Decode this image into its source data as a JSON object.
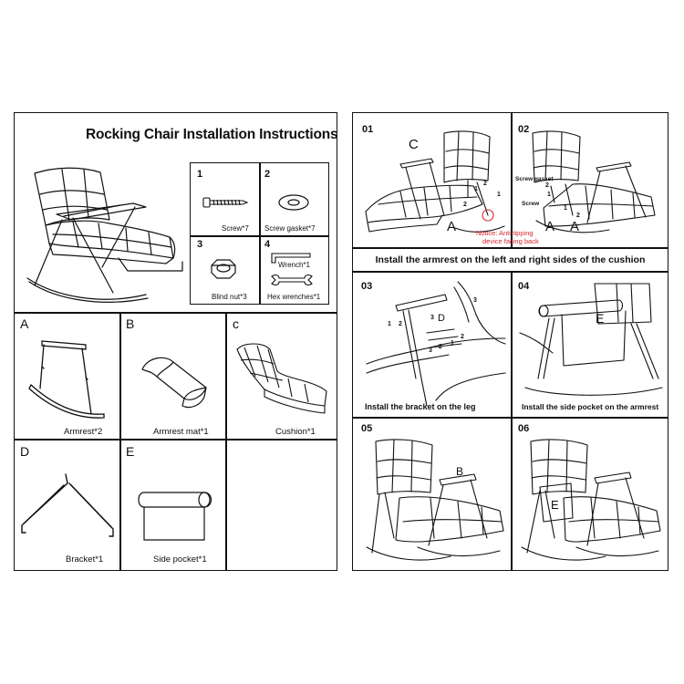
{
  "title": "Rocking Chair Installation Instructions",
  "parts": {
    "screw": {
      "num": "1",
      "label": "Screw*7"
    },
    "gasket": {
      "num": "2",
      "label": "Screw gasket*7"
    },
    "nut": {
      "num": "3",
      "label": "Blind nut*3"
    },
    "tools": {
      "num": "4",
      "wrench": "Wrench*1",
      "hex": "Hex wrenches*1"
    }
  },
  "components": {
    "a": {
      "letter": "A",
      "label": "Armrest*2"
    },
    "b": {
      "letter": "B",
      "label": "Armrest mat*1"
    },
    "c": {
      "letter": "c",
      "label": "Cushion*1"
    },
    "d": {
      "letter": "D",
      "label": "Bracket*1"
    },
    "e": {
      "letter": "E",
      "label": "Side pocket*1"
    }
  },
  "steps": {
    "s01": {
      "num": "01",
      "mark_c": "C",
      "mark_a": "A",
      "n1": "1",
      "n2": "2",
      "n3": "1",
      "n4": "2",
      "notice": "Notice: Anti-tipping",
      "notice2": "device facing back"
    },
    "s02": {
      "num": "02",
      "mark_a1": "A",
      "mark_a2": "A",
      "screw_gasket": "Screw gasket",
      "screw": "Screw",
      "n1": "2",
      "n2": "1",
      "n3": "1",
      "n4": "2"
    },
    "banner": "Install the armrest on the left and right sides of the cushion",
    "s03": {
      "num": "03",
      "mark_d": "D",
      "caption": "Install the bracket on the leg",
      "n1": "1",
      "n2": "2",
      "n3": "3",
      "n4": "3",
      "n5": "2",
      "n6": "1",
      "n7": "2",
      "n8": "3"
    },
    "s04": {
      "num": "04",
      "mark_e": "E",
      "caption": "Install the side pocket on the armrest"
    },
    "s05": {
      "num": "05",
      "mark_b": "B"
    },
    "s06": {
      "num": "06",
      "mark_e": "E"
    }
  },
  "colors": {
    "ink": "#111111",
    "notice": "#d9262c"
  }
}
